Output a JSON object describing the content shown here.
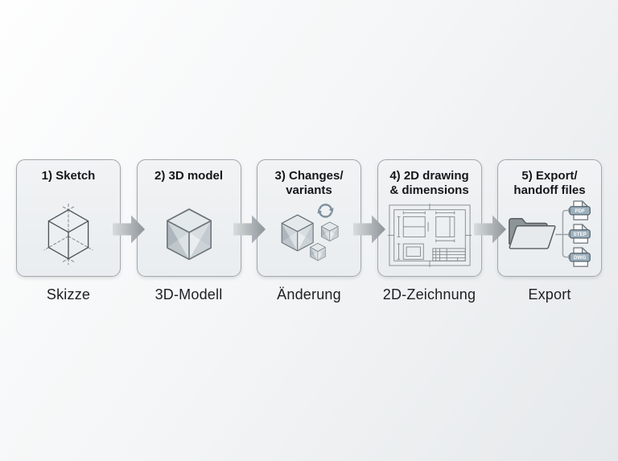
{
  "diagram": {
    "name": "cad-workflow",
    "steps": [
      {
        "title": "1) Sketch",
        "label": "Skizze",
        "icon": "sketch-cube-icon"
      },
      {
        "title": "2) 3D model",
        "label": "3D-Modell",
        "icon": "solid-cube-icon"
      },
      {
        "title": "3) Changes/\nvariants",
        "label": "Änderung",
        "icon": "cube-variants-sync-icon"
      },
      {
        "title": "4) 2D drawing\n& dimensions",
        "label": "2D-Zeichnung",
        "icon": "technical-drawing-icon"
      },
      {
        "title": "5) Export/\nhandoff files",
        "label": "Export",
        "icon": "folder-export-icon",
        "files": [
          "PDF",
          "STEP",
          "DWG"
        ]
      }
    ],
    "colors": {
      "page_bg_from": "#fefefe",
      "page_bg_to": "#e6e9eb",
      "card_bg_from": "#f1f3f4",
      "card_bg_to": "#e9edef",
      "card_border": "#a2a8ab",
      "title_text": "#15171a",
      "label_text": "#1d1f22",
      "arrow_from": "#d8dcdd",
      "arrow_to": "#8d9499",
      "sync_icon": "#7e909d",
      "file_badge_fill": "#9db0bd",
      "file_badge_border": "#55626e",
      "file_badge_text": "#ffffff"
    }
  }
}
